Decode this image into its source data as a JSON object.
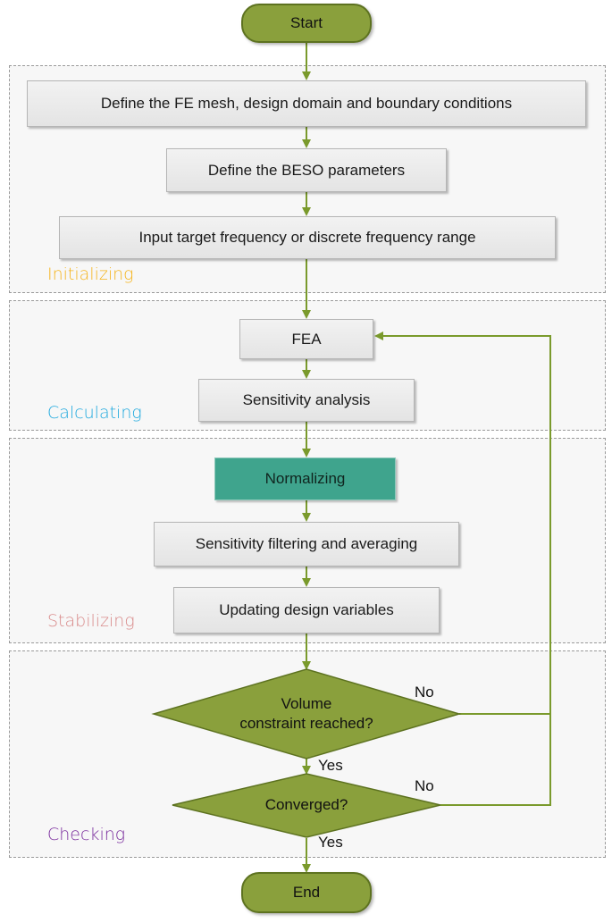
{
  "flowchart": {
    "start_label": "Start",
    "end_label": "End",
    "sections": [
      {
        "label": "Initializing",
        "color": "#f5b51f"
      },
      {
        "label": "Calculating",
        "color": "#1fa9de"
      },
      {
        "label": "Stabilizing",
        "color": "#d98b8b"
      },
      {
        "label": "Checking",
        "color": "#7b2e9e"
      }
    ],
    "steps": {
      "define_mesh": "Define the FE mesh, design domain and boundary conditions",
      "define_beso": "Define the BESO parameters",
      "input_frequency": "Input target frequency or discrete frequency range",
      "fea": "FEA",
      "sensitivity_analysis": "Sensitivity analysis",
      "normalizing": "Normalizing",
      "filtering": "Sensitivity filtering and averaging",
      "updating": "Updating design variables"
    },
    "decisions": {
      "volume_line1": "Volume",
      "volume_line2": "constraint reached?",
      "converged": "Converged?"
    },
    "branches": {
      "volume_no": "No",
      "volume_yes": "Yes",
      "converged_no": "No",
      "converged_yes": "Yes"
    },
    "colors": {
      "connector": "#7a9a2c",
      "terminal_fill": "#8aa03c",
      "decision_fill": "#8aa03c",
      "accent_box": "#3fa48d"
    }
  }
}
